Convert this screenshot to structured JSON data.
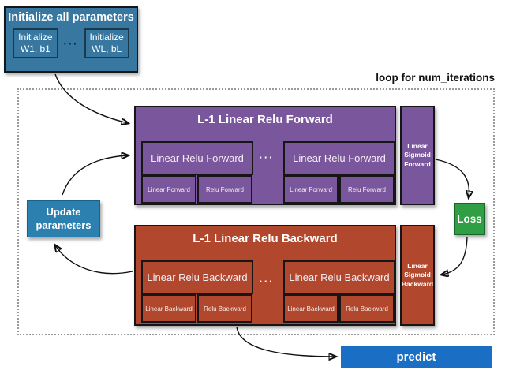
{
  "colors": {
    "init-blue": "#3878a0",
    "update-blue": "#2c80b0",
    "predict-blue": "#1a6fc4",
    "purple": "#7a569c",
    "red": "#b1482e",
    "green": "#2f9e44",
    "border-dark": "#161616",
    "dash-gray": "#9a9a9a"
  },
  "loop_label": "loop for num_iterations",
  "init": {
    "title": "Initialize all parameters",
    "dots": "···",
    "items": [
      {
        "label": "Initialize\nW1, b1"
      },
      {
        "label": "Initialize\nWL, bL"
      }
    ]
  },
  "forward": {
    "title": "L-1 Linear Relu Forward",
    "dots": "···",
    "sigmoid": "Linear\nSigmoid\nForward",
    "units": [
      {
        "label": "Linear Relu Forward",
        "subs": [
          {
            "label": "Linear Forward"
          },
          {
            "label": "Relu Forward"
          }
        ]
      },
      {
        "label": "Linear Relu Forward",
        "subs": [
          {
            "label": "Linear Forward"
          },
          {
            "label": "Relu Forward"
          }
        ]
      }
    ]
  },
  "loss": {
    "label": "Loss"
  },
  "backward": {
    "title": "L-1 Linear Relu Backward",
    "dots": "···",
    "sigmoid": "Linear\nSigmoid\nBackward",
    "units": [
      {
        "label": "Linear Relu Backward",
        "subs": [
          {
            "label": "Linear Backward"
          },
          {
            "label": "Relu Backward"
          }
        ]
      },
      {
        "label": "Linear Relu Backward",
        "subs": [
          {
            "label": "Linear Backward"
          },
          {
            "label": "Relu Backward"
          }
        ]
      }
    ]
  },
  "update": {
    "label": "Update\nparameters"
  },
  "predict": {
    "label": "predict"
  }
}
